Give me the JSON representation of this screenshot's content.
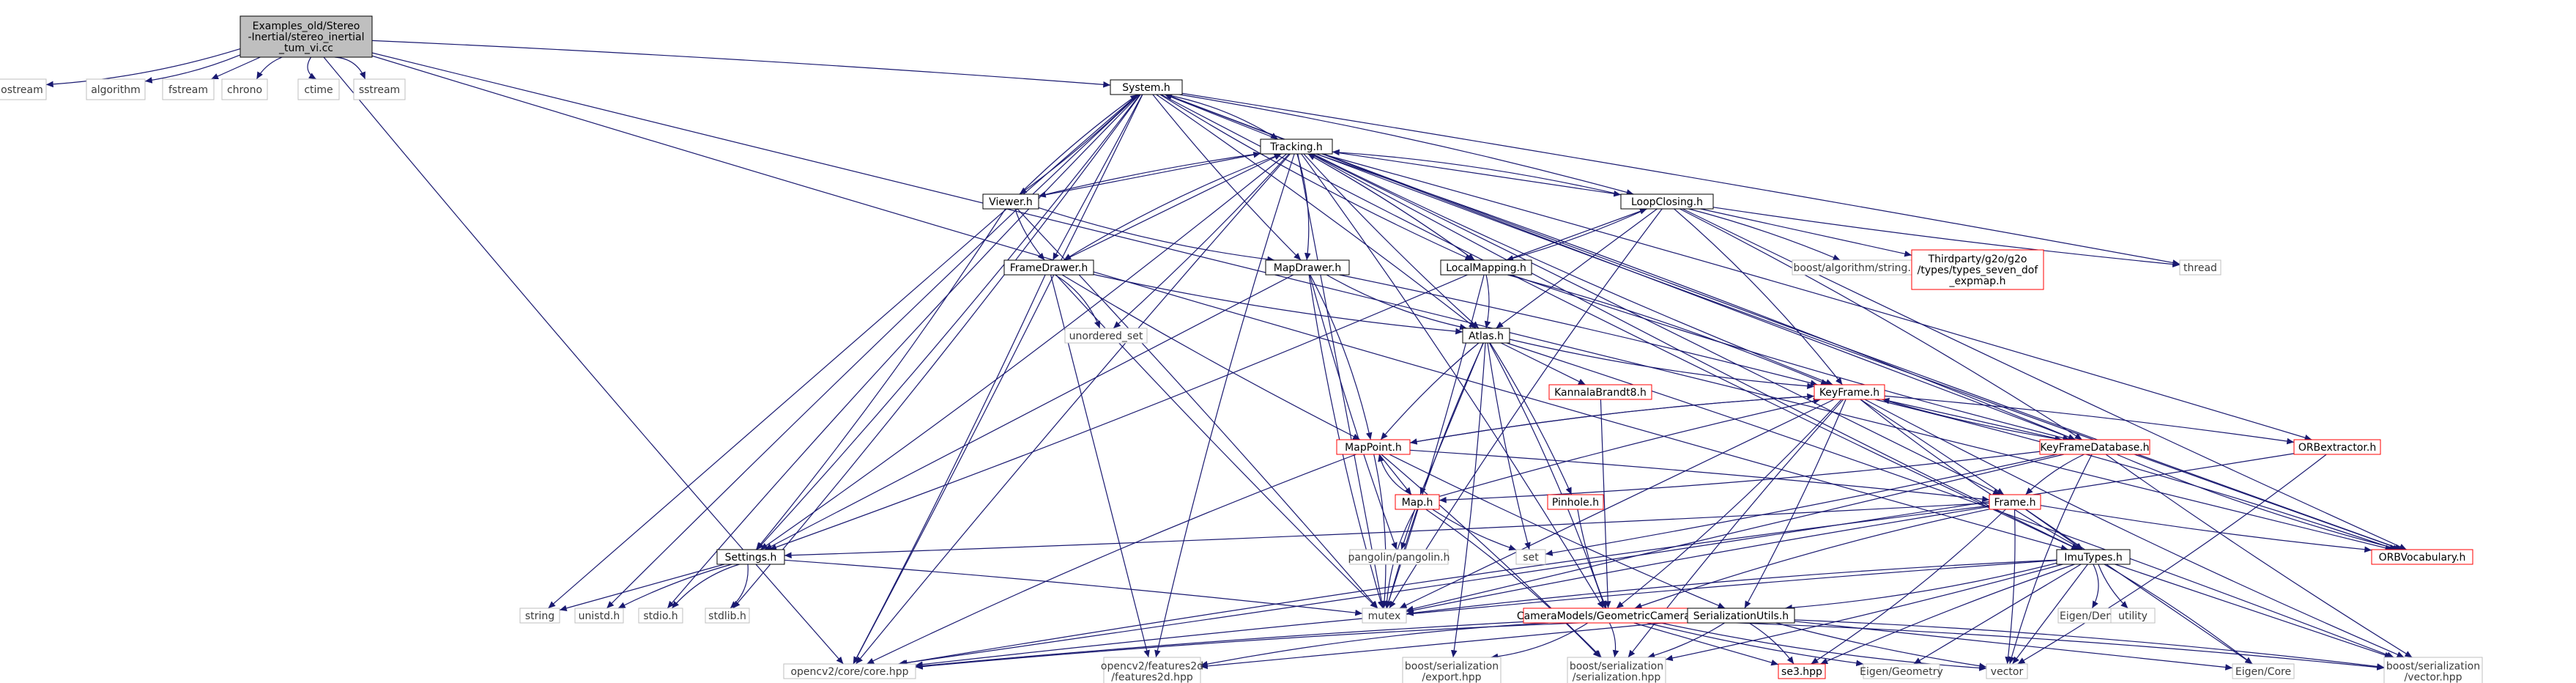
{
  "colors": {
    "edge": "#191970",
    "root_fill": "#bfbfbf",
    "node_border": "#000000",
    "external_border": "#bfbfbf",
    "link_border": "#ff0000",
    "text": "#000000",
    "external_text": "#3a3a3a"
  },
  "nodes": [
    {
      "id": "root",
      "lines": [
        "Examples_old/Stereo",
        "-Inertial/stereo_inertial",
        "_tum_vi.cc"
      ],
      "kind": "root"
    },
    {
      "id": "iostream",
      "lines": [
        "iostream"
      ],
      "kind": "external"
    },
    {
      "id": "algorithm",
      "lines": [
        "algorithm"
      ],
      "kind": "external"
    },
    {
      "id": "fstream",
      "lines": [
        "fstream"
      ],
      "kind": "external"
    },
    {
      "id": "chrono",
      "lines": [
        "chrono"
      ],
      "kind": "external"
    },
    {
      "id": "ctime",
      "lines": [
        "ctime"
      ],
      "kind": "external"
    },
    {
      "id": "sstream",
      "lines": [
        "sstream"
      ],
      "kind": "external"
    },
    {
      "id": "system",
      "lines": [
        "System.h"
      ],
      "kind": "normal"
    },
    {
      "id": "tracking",
      "lines": [
        "Tracking.h"
      ],
      "kind": "normal"
    },
    {
      "id": "viewer",
      "lines": [
        "Viewer.h"
      ],
      "kind": "normal"
    },
    {
      "id": "loopclosing",
      "lines": [
        "LoopClosing.h"
      ],
      "kind": "normal"
    },
    {
      "id": "framedrawer",
      "lines": [
        "FrameDrawer.h"
      ],
      "kind": "normal"
    },
    {
      "id": "mapdrawer",
      "lines": [
        "MapDrawer.h"
      ],
      "kind": "normal"
    },
    {
      "id": "localmapping",
      "lines": [
        "LocalMapping.h"
      ],
      "kind": "normal"
    },
    {
      "id": "boostalgo",
      "lines": [
        "boost/algorithm/string.hpp"
      ],
      "kind": "external"
    },
    {
      "id": "thirdparty",
      "lines": [
        "Thirdparty/g2o/g2o",
        "/types/types_seven_dof",
        "_expmap.h"
      ],
      "kind": "link"
    },
    {
      "id": "thread",
      "lines": [
        "thread"
      ],
      "kind": "external"
    },
    {
      "id": "unordered",
      "lines": [
        "unordered_set"
      ],
      "kind": "external"
    },
    {
      "id": "atlas",
      "lines": [
        "Atlas.h"
      ],
      "kind": "normal"
    },
    {
      "id": "kannala",
      "lines": [
        "KannalaBrandt8.h"
      ],
      "kind": "link"
    },
    {
      "id": "keyframe",
      "lines": [
        "KeyFrame.h"
      ],
      "kind": "link"
    },
    {
      "id": "mappoint",
      "lines": [
        "MapPoint.h"
      ],
      "kind": "link"
    },
    {
      "id": "kfdb",
      "lines": [
        "KeyFrameDatabase.h"
      ],
      "kind": "link"
    },
    {
      "id": "orbextractor",
      "lines": [
        "ORBextractor.h"
      ],
      "kind": "link"
    },
    {
      "id": "map",
      "lines": [
        "Map.h"
      ],
      "kind": "link"
    },
    {
      "id": "pinhole",
      "lines": [
        "Pinhole.h"
      ],
      "kind": "link"
    },
    {
      "id": "frame",
      "lines": [
        "Frame.h"
      ],
      "kind": "link"
    },
    {
      "id": "settings",
      "lines": [
        "Settings.h"
      ],
      "kind": "normal"
    },
    {
      "id": "pangolin",
      "lines": [
        "pangolin/pangolin.h"
      ],
      "kind": "external"
    },
    {
      "id": "set",
      "lines": [
        "set"
      ],
      "kind": "external"
    },
    {
      "id": "imutypes",
      "lines": [
        "ImuTypes.h"
      ],
      "kind": "normal"
    },
    {
      "id": "orbvocab",
      "lines": [
        "ORBVocabulary.h"
      ],
      "kind": "link"
    },
    {
      "id": "string",
      "lines": [
        "string"
      ],
      "kind": "external"
    },
    {
      "id": "unistd",
      "lines": [
        "unistd.h"
      ],
      "kind": "external"
    },
    {
      "id": "stdio",
      "lines": [
        "stdio.h"
      ],
      "kind": "external"
    },
    {
      "id": "stdlib",
      "lines": [
        "stdlib.h"
      ],
      "kind": "external"
    },
    {
      "id": "mutex",
      "lines": [
        "mutex"
      ],
      "kind": "external"
    },
    {
      "id": "camera",
      "lines": [
        "CameraModels/GeometricCamera.h"
      ],
      "kind": "link"
    },
    {
      "id": "serialization",
      "lines": [
        "SerializationUtils.h"
      ],
      "kind": "normal"
    },
    {
      "id": "eigendense",
      "lines": [
        "Eigen/Dense"
      ],
      "kind": "external"
    },
    {
      "id": "utility",
      "lines": [
        "utility"
      ],
      "kind": "external"
    },
    {
      "id": "opencvcore",
      "lines": [
        "opencv2/core/core.hpp"
      ],
      "kind": "external"
    },
    {
      "id": "opencvf2d",
      "lines": [
        "opencv2/features2d",
        "/features2d.hpp"
      ],
      "kind": "external"
    },
    {
      "id": "boostexport",
      "lines": [
        "boost/serialization",
        "/export.hpp"
      ],
      "kind": "external"
    },
    {
      "id": "boostser",
      "lines": [
        "boost/serialization",
        "/serialization.hpp"
      ],
      "kind": "external"
    },
    {
      "id": "se3",
      "lines": [
        "se3.hpp"
      ],
      "kind": "link"
    },
    {
      "id": "eigengeom",
      "lines": [
        "Eigen/Geometry"
      ],
      "kind": "external"
    },
    {
      "id": "vector",
      "lines": [
        "vector"
      ],
      "kind": "external"
    },
    {
      "id": "eigencore",
      "lines": [
        "Eigen/Core"
      ],
      "kind": "external"
    },
    {
      "id": "boostvec",
      "lines": [
        "boost/serialization",
        "/vector.hpp"
      ],
      "kind": "external"
    }
  ],
  "edges": [
    [
      "root",
      "iostream"
    ],
    [
      "root",
      "algorithm"
    ],
    [
      "root",
      "fstream"
    ],
    [
      "root",
      "chrono"
    ],
    [
      "root",
      "ctime"
    ],
    [
      "root",
      "sstream"
    ],
    [
      "root",
      "system"
    ],
    [
      "root",
      "orbvocab"
    ],
    [
      "root",
      "opencvcore"
    ],
    [
      "root",
      "imutypes"
    ],
    [
      "system",
      "tracking"
    ],
    [
      "system",
      "viewer"
    ],
    [
      "system",
      "framedrawer"
    ],
    [
      "system",
      "mapdrawer"
    ],
    [
      "system",
      "localmapping"
    ],
    [
      "system",
      "loopclosing"
    ],
    [
      "system",
      "atlas"
    ],
    [
      "system",
      "kfdb"
    ],
    [
      "system",
      "orbvocab"
    ],
    [
      "system",
      "imutypes"
    ],
    [
      "system",
      "settings"
    ],
    [
      "system",
      "thread"
    ],
    [
      "system",
      "string"
    ],
    [
      "system",
      "unistd"
    ],
    [
      "system",
      "stdio"
    ],
    [
      "system",
      "stdlib"
    ],
    [
      "system",
      "opencvcore"
    ],
    [
      "tracking",
      "system"
    ],
    [
      "tracking",
      "viewer"
    ],
    [
      "tracking",
      "framedrawer"
    ],
    [
      "tracking",
      "mapdrawer"
    ],
    [
      "tracking",
      "localmapping"
    ],
    [
      "tracking",
      "loopclosing"
    ],
    [
      "tracking",
      "atlas"
    ],
    [
      "tracking",
      "keyframe"
    ],
    [
      "tracking",
      "kfdb"
    ],
    [
      "tracking",
      "orbextractor"
    ],
    [
      "tracking",
      "frame"
    ],
    [
      "tracking",
      "orbvocab"
    ],
    [
      "tracking",
      "imutypes"
    ],
    [
      "tracking",
      "settings"
    ],
    [
      "tracking",
      "unordered"
    ],
    [
      "tracking",
      "mutex"
    ],
    [
      "tracking",
      "opencvcore"
    ],
    [
      "tracking",
      "opencvf2d"
    ],
    [
      "tracking",
      "camera"
    ],
    [
      "viewer",
      "system"
    ],
    [
      "viewer",
      "tracking"
    ],
    [
      "viewer",
      "framedrawer"
    ],
    [
      "viewer",
      "mapdrawer"
    ],
    [
      "viewer",
      "settings"
    ],
    [
      "viewer",
      "mutex"
    ],
    [
      "framedrawer",
      "tracking"
    ],
    [
      "framedrawer",
      "mappoint"
    ],
    [
      "framedrawer",
      "atlas"
    ],
    [
      "framedrawer",
      "unordered"
    ],
    [
      "framedrawer",
      "opencvcore"
    ],
    [
      "framedrawer",
      "opencvf2d"
    ],
    [
      "framedrawer",
      "mutex"
    ],
    [
      "mapdrawer",
      "atlas"
    ],
    [
      "mapdrawer",
      "mappoint"
    ],
    [
      "mapdrawer",
      "keyframe"
    ],
    [
      "mapdrawer",
      "settings"
    ],
    [
      "mapdrawer",
      "pangolin"
    ],
    [
      "mapdrawer",
      "mutex"
    ],
    [
      "loopclosing",
      "keyframe"
    ],
    [
      "loopclosing",
      "localmapping"
    ],
    [
      "loopclosing",
      "atlas"
    ],
    [
      "loopclosing",
      "orbvocab"
    ],
    [
      "loopclosing",
      "tracking"
    ],
    [
      "loopclosing",
      "kfdb"
    ],
    [
      "loopclosing",
      "boostalgo"
    ],
    [
      "loopclosing",
      "thirdparty"
    ],
    [
      "loopclosing",
      "thread"
    ],
    [
      "loopclosing",
      "mutex"
    ],
    [
      "localmapping",
      "keyframe"
    ],
    [
      "localmapping",
      "atlas"
    ],
    [
      "localmapping",
      "loopclosing"
    ],
    [
      "localmapping",
      "tracking"
    ],
    [
      "localmapping",
      "kfdb"
    ],
    [
      "localmapping",
      "settings"
    ],
    [
      "localmapping",
      "mutex"
    ],
    [
      "atlas",
      "map"
    ],
    [
      "atlas",
      "mappoint"
    ],
    [
      "atlas",
      "keyframe"
    ],
    [
      "atlas",
      "camera"
    ],
    [
      "atlas",
      "pinhole"
    ],
    [
      "atlas",
      "kannala"
    ],
    [
      "atlas",
      "set"
    ],
    [
      "atlas",
      "mutex"
    ],
    [
      "atlas",
      "boostvec"
    ],
    [
      "atlas",
      "boostexport"
    ],
    [
      "kannala",
      "camera"
    ],
    [
      "pinhole",
      "camera"
    ],
    [
      "keyframe",
      "mappoint"
    ],
    [
      "keyframe",
      "orbvocab"
    ],
    [
      "keyframe",
      "orbextractor"
    ],
    [
      "keyframe",
      "frame"
    ],
    [
      "keyframe",
      "kfdb"
    ],
    [
      "keyframe",
      "imutypes"
    ],
    [
      "keyframe",
      "camera"
    ],
    [
      "keyframe",
      "serialization"
    ],
    [
      "keyframe",
      "mutex"
    ],
    [
      "keyframe",
      "boostser"
    ],
    [
      "keyframe",
      "boostvec"
    ],
    [
      "mappoint",
      "keyframe"
    ],
    [
      "mappoint",
      "frame"
    ],
    [
      "mappoint",
      "map"
    ],
    [
      "mappoint",
      "serialization"
    ],
    [
      "mappoint",
      "opencvcore"
    ],
    [
      "mappoint",
      "mutex"
    ],
    [
      "mappoint",
      "boostser"
    ],
    [
      "kfdb",
      "keyframe"
    ],
    [
      "kfdb",
      "frame"
    ],
    [
      "kfdb",
      "orbvocab"
    ],
    [
      "kfdb",
      "map"
    ],
    [
      "kfdb",
      "set"
    ],
    [
      "kfdb",
      "mutex"
    ],
    [
      "kfdb",
      "boostvec"
    ],
    [
      "kfdb",
      "vector"
    ],
    [
      "map",
      "mappoint"
    ],
    [
      "map",
      "keyframe"
    ],
    [
      "map",
      "pangolin"
    ],
    [
      "map",
      "set"
    ],
    [
      "map",
      "mutex"
    ],
    [
      "map",
      "boostser"
    ],
    [
      "frame",
      "settings"
    ],
    [
      "frame",
      "imutypes"
    ],
    [
      "frame",
      "orbvocab"
    ],
    [
      "frame",
      "camera"
    ],
    [
      "frame",
      "se3"
    ],
    [
      "frame",
      "vector"
    ],
    [
      "frame",
      "eigencore"
    ],
    [
      "frame",
      "mutex"
    ],
    [
      "frame",
      "opencvcore"
    ],
    [
      "orbextractor",
      "vector"
    ],
    [
      "orbextractor",
      "opencvcore"
    ],
    [
      "settings",
      "string"
    ],
    [
      "settings",
      "unistd"
    ],
    [
      "settings",
      "stdio"
    ],
    [
      "settings",
      "stdlib"
    ],
    [
      "settings",
      "mutex"
    ],
    [
      "imutypes",
      "vector"
    ],
    [
      "imutypes",
      "utility"
    ],
    [
      "imutypes",
      "opencvcore"
    ],
    [
      "imutypes",
      "eigendense"
    ],
    [
      "imutypes",
      "eigencore"
    ],
    [
      "imutypes",
      "eigengeom"
    ],
    [
      "imutypes",
      "se3"
    ],
    [
      "imutypes",
      "mutex"
    ],
    [
      "imutypes",
      "serialization"
    ],
    [
      "imutypes",
      "boostser"
    ],
    [
      "imutypes",
      "boostvec"
    ],
    [
      "camera",
      "opencvcore"
    ],
    [
      "camera",
      "opencvf2d"
    ],
    [
      "camera",
      "boostexport"
    ],
    [
      "camera",
      "boostser"
    ],
    [
      "camera",
      "se3"
    ],
    [
      "camera",
      "eigengeom"
    ],
    [
      "camera",
      "vector"
    ],
    [
      "camera",
      "boostvec"
    ],
    [
      "serialization",
      "se3"
    ],
    [
      "serialization",
      "eigencore"
    ],
    [
      "serialization",
      "vector"
    ],
    [
      "serialization",
      "opencvcore"
    ],
    [
      "serialization",
      "boostvec"
    ],
    [
      "serialization",
      "boostser"
    ],
    [
      "serialization",
      "opencvf2d"
    ]
  ]
}
